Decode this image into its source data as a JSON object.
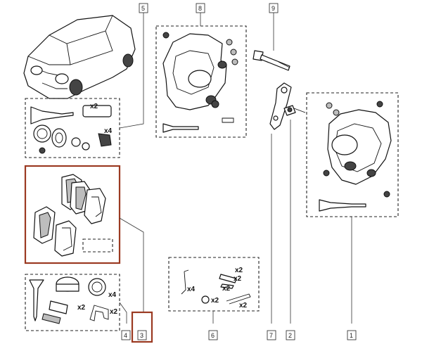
{
  "diagram": {
    "callouts": [
      {
        "id": "5",
        "label": "5"
      },
      {
        "id": "8",
        "label": "8"
      },
      {
        "id": "9",
        "label": "9"
      },
      {
        "id": "7",
        "label": "7"
      },
      {
        "id": "2",
        "label": "2"
      },
      {
        "id": "1",
        "label": "1"
      },
      {
        "id": "6",
        "label": "6"
      },
      {
        "id": "4",
        "label": "4"
      },
      {
        "id": "3",
        "label": "3"
      }
    ],
    "quantities": {
      "seal_kit_grease": "x2",
      "seal_kit_boot": "x4",
      "fixing_spring": "x4",
      "fixing_pin": "x2",
      "fixing_clip_a": "x2",
      "fixing_clip_b": "x2",
      "fixing_nut": "x2",
      "fixing_wire": "x2",
      "sleeve_ring": "x4",
      "sleeve_bush": "x2",
      "sleeve_clip": "x2"
    },
    "highlight_color": "#9b3a22",
    "selected_part": "3"
  }
}
